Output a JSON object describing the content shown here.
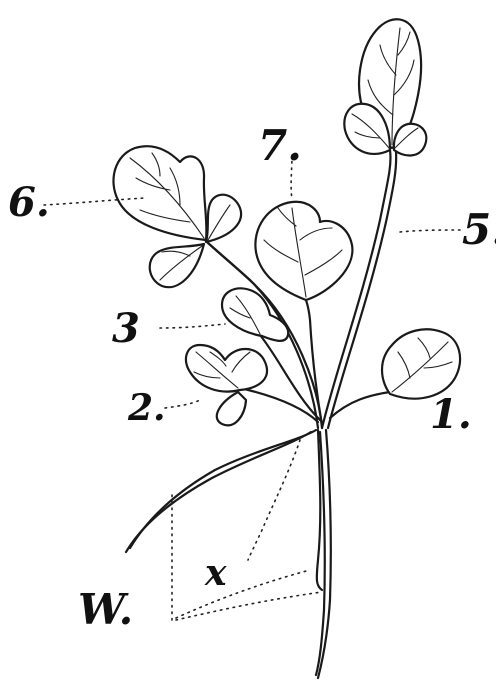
{
  "labels": {
    "leaf_1": "1.",
    "leaf_2": "2.",
    "leaf_3": "3",
    "leaf_5": "5.",
    "leaf_6": "6.",
    "leaf_7": "7.",
    "hypocotyl": "x",
    "roots": "W."
  }
}
